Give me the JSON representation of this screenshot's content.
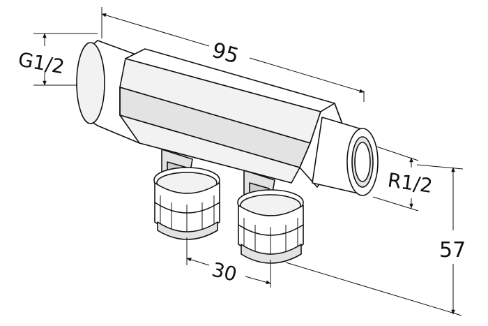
{
  "dimensions": {
    "length": "95",
    "inlet_thread": "G1/2",
    "outlet_thread": "R1/2",
    "height": "57",
    "spacing": "30"
  },
  "colors": {
    "line": "#111111",
    "background": "#ffffff"
  }
}
